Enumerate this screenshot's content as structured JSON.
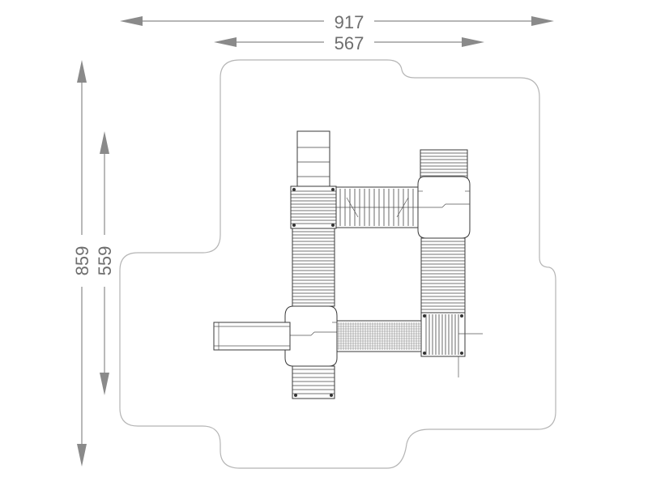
{
  "dimensions": {
    "outer_width": "917",
    "inner_width": "567",
    "outer_height": "859",
    "inner_height": "559"
  },
  "icons": {
    "arrow": "dimension-arrow-icon"
  }
}
